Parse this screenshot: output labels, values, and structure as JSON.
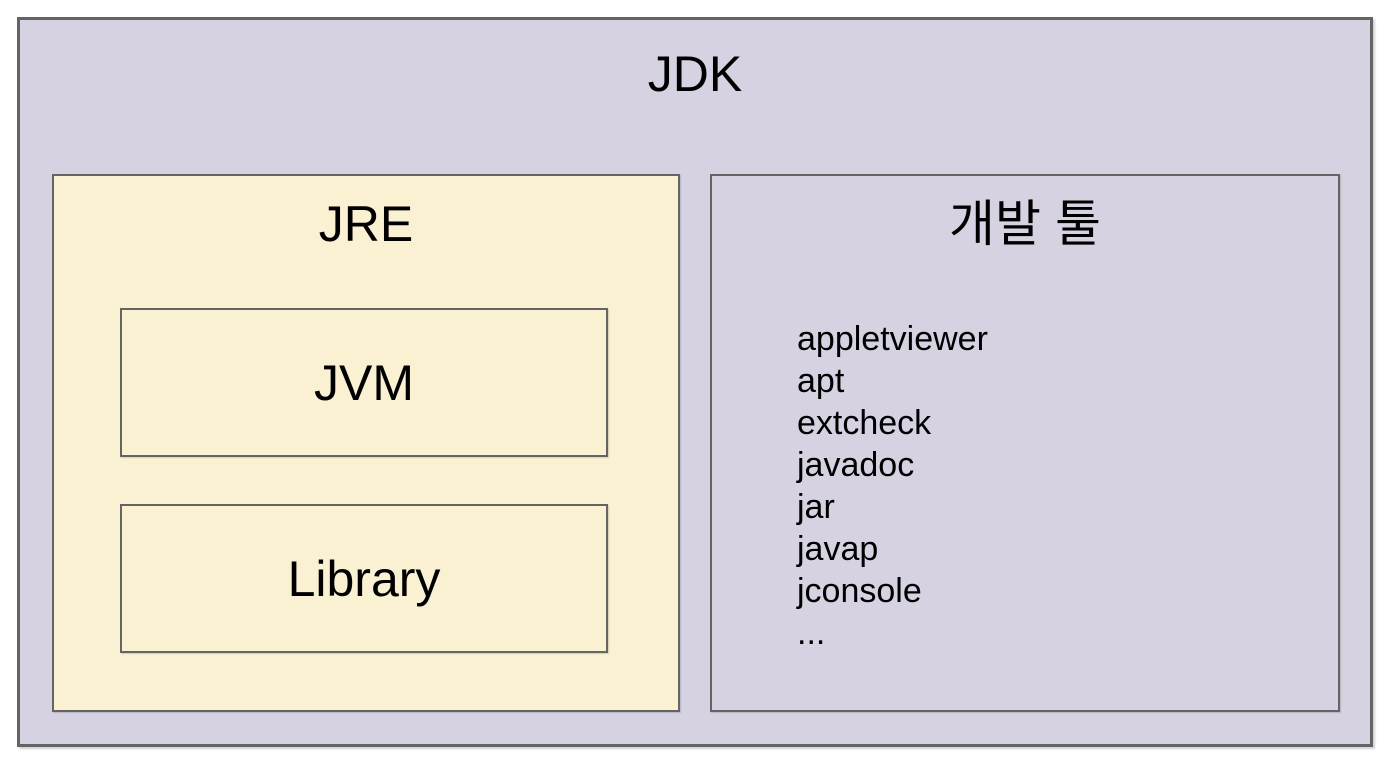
{
  "jdk": {
    "title": "JDK"
  },
  "jre": {
    "title": "JRE",
    "jvm_label": "JVM",
    "library_label": "Library"
  },
  "devtools": {
    "title": "개발 툴",
    "tools": [
      "appletviewer",
      "apt",
      "extcheck",
      "javadoc",
      "jar",
      "javap",
      "jconsole",
      "..."
    ]
  },
  "colors": {
    "outer_fill": "#d6d2e2",
    "jre_fill": "#faf0d2",
    "border": "#646464",
    "text": "#000000"
  }
}
